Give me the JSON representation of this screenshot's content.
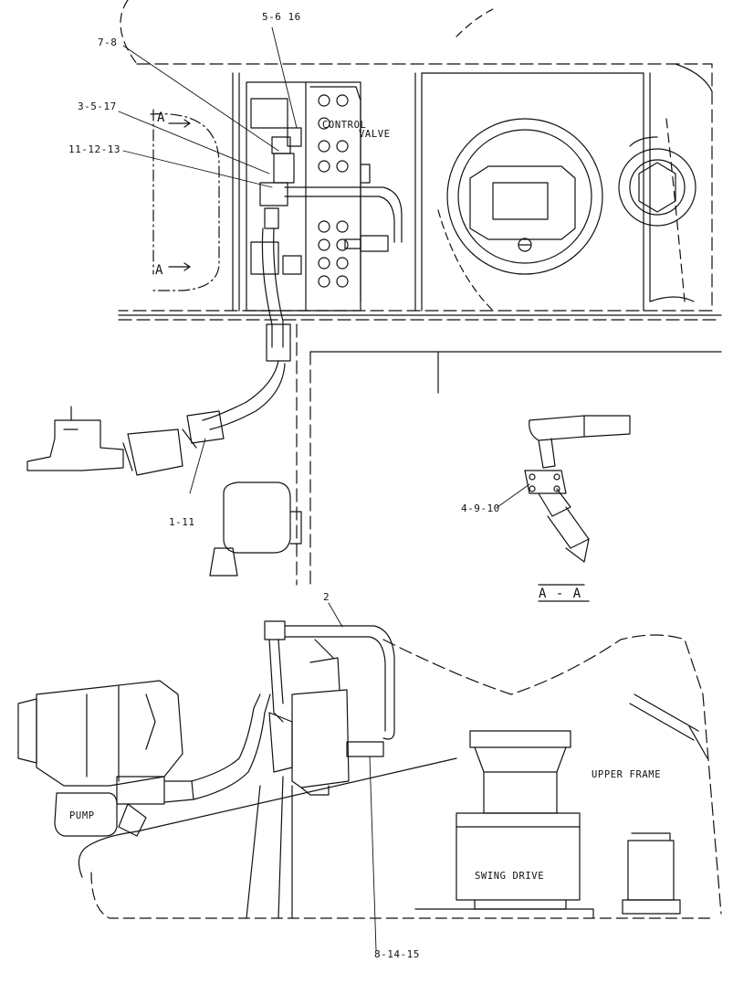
{
  "figure": {
    "callouts": {
      "c_5_6_16": "5-6 16",
      "c_7_8": "7-8",
      "c_3_5_17": "3-5-17",
      "c_11_12_13": "11-12-13",
      "c_1_11": "1-11",
      "c_4_9_10": "4-9-10",
      "c_2": "2",
      "c_8_14_15": "8-14-15"
    },
    "component_labels": {
      "control_valve_1": "CONTROL",
      "control_valve_2": "VALVE",
      "upper_frame": "UPPER FRAME",
      "swing_drive": "SWING DRIVE",
      "pump": "PUMP"
    },
    "section_markers": {
      "a_top": "A",
      "a_bottom": "A",
      "section_title": "A - A"
    }
  }
}
